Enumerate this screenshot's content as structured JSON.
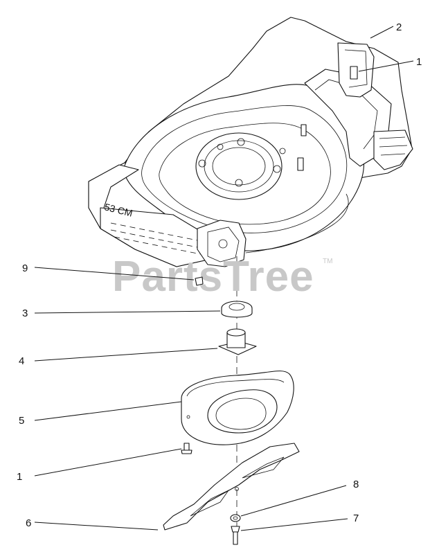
{
  "diagram": {
    "watermark": "PartsTree",
    "watermark_tm": "TM",
    "deck_marking": "53 CM",
    "callouts": [
      {
        "id": "c-2-top",
        "label": "2"
      },
      {
        "id": "c-1-top",
        "label": "1"
      },
      {
        "id": "c-9",
        "label": "9"
      },
      {
        "id": "c-3",
        "label": "3"
      },
      {
        "id": "c-4",
        "label": "4"
      },
      {
        "id": "c-5",
        "label": "5"
      },
      {
        "id": "c-1-bottom",
        "label": "1"
      },
      {
        "id": "c-6",
        "label": "6"
      },
      {
        "id": "c-8",
        "label": "8"
      },
      {
        "id": "c-7",
        "label": "7"
      }
    ]
  }
}
